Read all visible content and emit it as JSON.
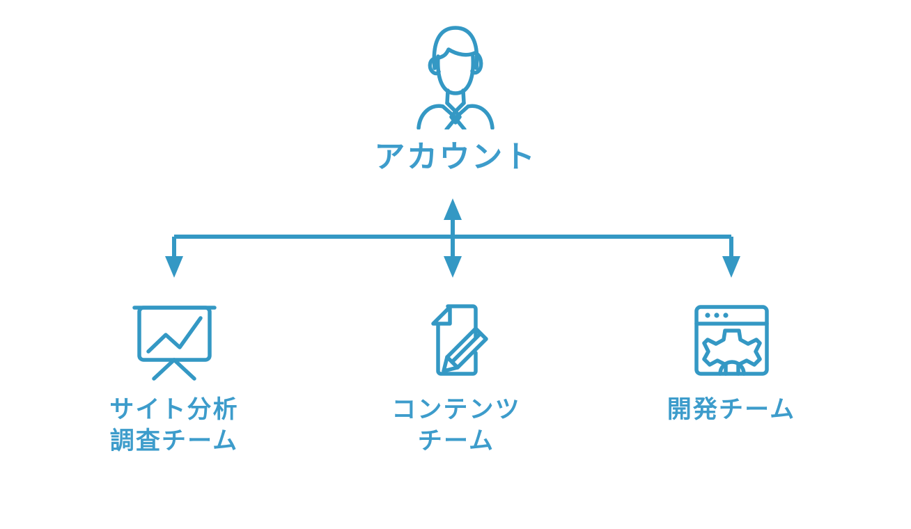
{
  "diagram": {
    "title_text": "アカウント",
    "background_color": "#ffffff",
    "accent_color": "#3498c4",
    "label_color": "#3d9ccb",
    "stroke_width": 6,
    "type": "organization-hierarchy",
    "root": {
      "label": "アカウント",
      "icon": "person-avatar-icon",
      "icon_description": "outline bust of a person wearing a shirt and tie"
    },
    "children": [
      {
        "label": "サイト分析\n調査チーム",
        "icon": "presentation-chart-icon",
        "icon_description": "presentation board on a tripod showing a zigzag line chart"
      },
      {
        "label": "コンテンツ\nチーム",
        "icon": "document-pencil-icon",
        "icon_description": "document page with folded corner and a pencil"
      },
      {
        "label": "開発チーム",
        "icon": "browser-gear-icon",
        "icon_description": "browser window with three dots in title bar and a gear"
      }
    ],
    "connectors": {
      "trunk": {
        "name": "bidirectional-vertical-arrow",
        "direction": "both",
        "from": "horizontal-bus",
        "to": "root"
      },
      "bus": {
        "name": "horizontal-distribution-bar"
      },
      "branches": [
        {
          "name": "branch-arrow-left",
          "direction": "down",
          "target": "サイト分析\n調査チーム"
        },
        {
          "name": "branch-arrow-center",
          "direction": "down",
          "target": "コンテンツ\nチーム"
        },
        {
          "name": "branch-arrow-right",
          "direction": "down",
          "target": "開発チーム"
        }
      ]
    }
  }
}
